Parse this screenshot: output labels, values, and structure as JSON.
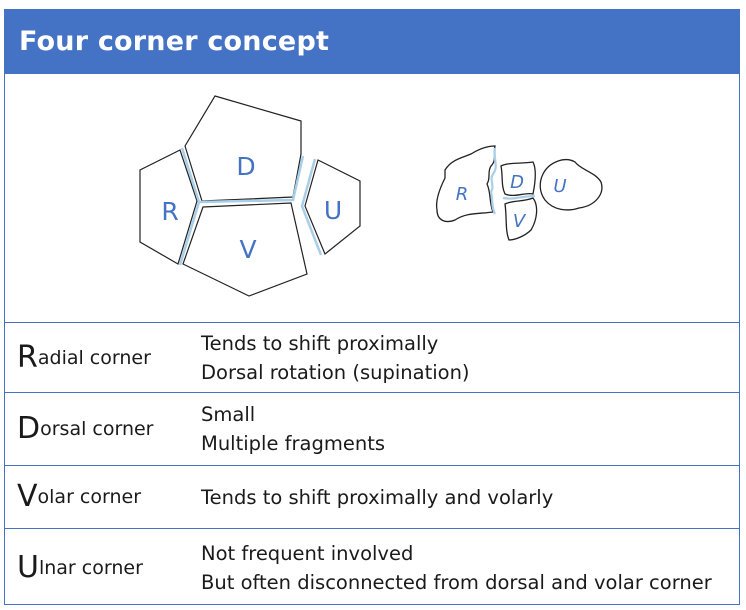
{
  "title": "Four corner concept",
  "schematic_labels": {
    "radial": "R",
    "dorsal": "D",
    "volar": "V",
    "ulnar": "U"
  },
  "anatomic_labels": {
    "radial": "R",
    "dorsal": "D",
    "volar": "V",
    "ulnar": "U"
  },
  "colors": {
    "accent": "#4472c4",
    "divider": "#a9cfe8",
    "outline": "#222222"
  },
  "rows": [
    {
      "initial": "R",
      "rest": "adial corner",
      "lines": [
        "Tends to shift proximally",
        "Dorsal rotation (supination)"
      ]
    },
    {
      "initial": "D",
      "rest": "orsal corner",
      "lines": [
        "Small",
        "Multiple fragments"
      ]
    },
    {
      "initial": "V",
      "rest": "olar corner",
      "lines": [
        "Tends to shift proximally and volarly"
      ]
    },
    {
      "initial": "U",
      "rest": "lnar corner",
      "lines": [
        "Not frequent involved",
        "But often disconnected from dorsal and volar corner"
      ]
    }
  ]
}
